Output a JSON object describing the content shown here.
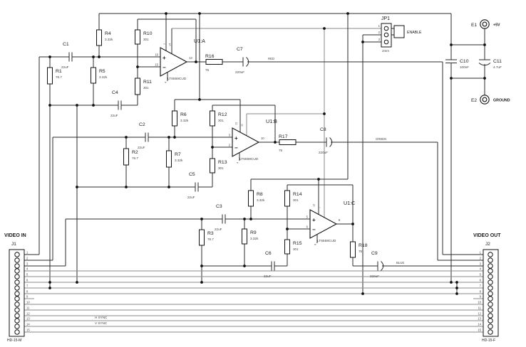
{
  "resistors": {
    "R1": {
      "ref": "R1",
      "value": "76.7"
    },
    "R2": {
      "ref": "R2",
      "value": "76.7"
    },
    "R3": {
      "ref": "R3",
      "value": "76.7"
    },
    "R4": {
      "ref": "R4",
      "value": "3.32k"
    },
    "R5": {
      "ref": "R5",
      "value": "3.32k"
    },
    "R6": {
      "ref": "R6",
      "value": "3.32k"
    },
    "R7": {
      "ref": "R7",
      "value": "3.32k"
    },
    "R8": {
      "ref": "R8",
      "value": "3.32k"
    },
    "R9": {
      "ref": "R9",
      "value": "3.32k"
    },
    "R10": {
      "ref": "R10",
      "value": "301"
    },
    "R11": {
      "ref": "R11",
      "value": "301"
    },
    "R12": {
      "ref": "R12",
      "value": "301"
    },
    "R13": {
      "ref": "R13",
      "value": "301"
    },
    "R14": {
      "ref": "R14",
      "value": "301"
    },
    "R15": {
      "ref": "R15",
      "value": "301"
    },
    "R16": {
      "ref": "R16",
      "value": "75"
    },
    "R17": {
      "ref": "R17",
      "value": "75"
    },
    "R18": {
      "ref": "R18",
      "value": "75"
    }
  },
  "capacitors": {
    "C1": {
      "ref": "C1",
      "value": "22uF"
    },
    "C2": {
      "ref": "C2",
      "value": "22uF"
    },
    "C3": {
      "ref": "C3",
      "value": "22uF"
    },
    "C4": {
      "ref": "C4",
      "value": "22uF"
    },
    "C5": {
      "ref": "C5",
      "value": "22uF"
    },
    "C6": {
      "ref": "C6",
      "value": "22uF"
    },
    "C7": {
      "ref": "C7",
      "value": "220uF"
    },
    "C8": {
      "ref": "C8",
      "value": "220uF"
    },
    "C9": {
      "ref": "C9",
      "value": "220uF"
    },
    "C10": {
      "ref": "C10",
      "value": "100nF"
    },
    "C11": {
      "ref": "C11",
      "value": "4.7uF"
    }
  },
  "opamps": {
    "A": {
      "ref": "U1:A",
      "device": "LT6559CUD",
      "pin_plus": "16",
      "pin_minus": "15",
      "pin_out": "13",
      "pin_vplus": "1",
      "pin_enable": "14",
      "pin_vminus": "4"
    },
    "B": {
      "ref": "U1:B",
      "device": "LT6559CUD",
      "pin_plus": "3",
      "pin_minus": "2",
      "pin_out": "10",
      "pin_vplus": "12",
      "pin_enable": "11",
      "pin_vminus": "4"
    },
    "C": {
      "ref": "U1:C",
      "device": "LT6559CUD",
      "pin_plus": "5",
      "pin_minus": "6",
      "pin_out": "8",
      "pin_vplus": "12",
      "pin_enable": "7",
      "pin_vminus": "9"
    }
  },
  "symbols": {
    "plus": "+",
    "minus": "−"
  },
  "connectors": {
    "J1": {
      "ref": "J1",
      "heading": "VIDEO IN",
      "footprint": "HD-15-M",
      "pins": [
        "1",
        "2",
        "3",
        "4",
        "5",
        "6",
        "7",
        "8",
        "9",
        "10",
        "11",
        "12",
        "13",
        "14",
        "15"
      ]
    },
    "J2": {
      "ref": "J2",
      "heading": "VIDEO OUT",
      "footprint": "HD-15-F",
      "pins": [
        "1",
        "2",
        "3",
        "4",
        "5",
        "6",
        "7",
        "8",
        "9",
        "10",
        "11",
        "12",
        "13",
        "14",
        "15"
      ]
    }
  },
  "jumper": {
    "ref": "JP1",
    "pins": [
      "1",
      "2",
      "3"
    ],
    "pitch": "2mm",
    "enable_label": "ENABLE"
  },
  "power": {
    "E1": {
      "ref": "E1",
      "label": "+5V"
    },
    "E2": {
      "ref": "E2",
      "label": "GROUND"
    }
  },
  "nets": {
    "red": "RED",
    "green": "GREEN",
    "blue": "BLUE",
    "hsync": "H SYNC",
    "vsync": "V SYNC"
  },
  "colors": {
    "wire": "#2b2b2b",
    "bus": "#8a8a8a",
    "text": "#1a1a1a",
    "background": "#ffffff"
  }
}
